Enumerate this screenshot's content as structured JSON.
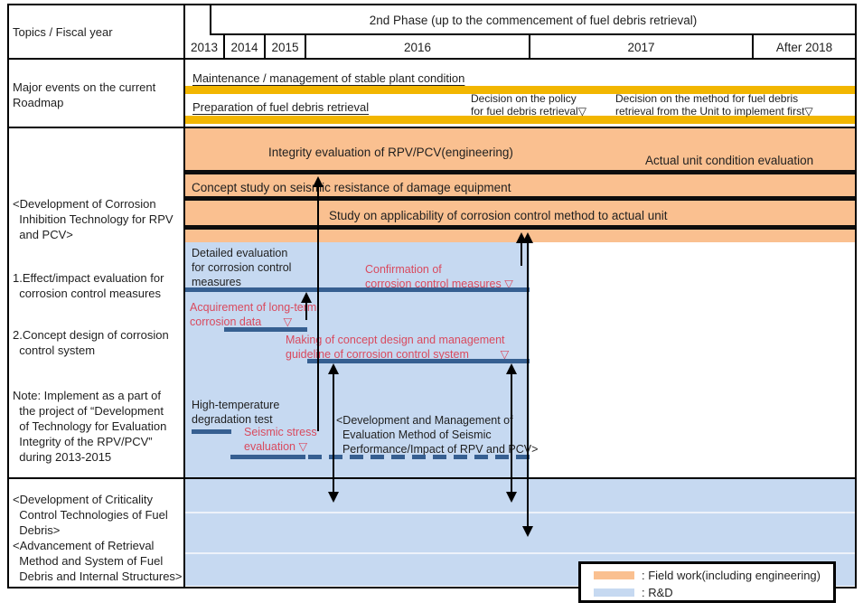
{
  "colors": {
    "orange": "#FAC090",
    "light_blue": "#C6D9F1",
    "dark_blue": "#365F91",
    "yellow": "#F2B600",
    "red": "#D94A5E"
  },
  "header": {
    "topics": "Topics / Fiscal year",
    "phase": "2nd Phase (up to the commencement of fuel debris retrieval)",
    "years": [
      "2013",
      "2014",
      "2015",
      "2016",
      "2017",
      "After 2018"
    ]
  },
  "major_events": {
    "label": "Major events on the current\nRoadmap",
    "maintenance": "Maintenance / management of stable plant condition",
    "preparation": "Preparation of fuel debris retrieval",
    "decision_policy": "Decision on the policy\nfor fuel debris retrieval▽",
    "decision_method": "Decision on the method for fuel debris\nretrieval from the Unit to implement first▽"
  },
  "left_column": {
    "corrosion_blocks": [
      "<Development of Corrosion\n  Inhibition Technology for RPV\n  and PCV>",
      "1.Effect/impact evaluation for\n  corrosion control measures",
      "2.Concept design of corrosion\n  control system",
      "Note: Implement as a part of\n  the project of “Development\n  of Technology for Evaluation\n  Integrity of the RPV/PCV”\n  during 2013-2015"
    ],
    "bottom_block": "<Development of Criticality\n  Control Technologies of Fuel\n  Debris>\n<Advancement of Retrieval\n  Method and System of Fuel\n  Debris and Internal Structures>"
  },
  "field_work": {
    "integrity": "Integrity evaluation of RPV/PCV(engineering)",
    "actual_unit": "Actual unit condition evaluation",
    "concept_study": "Concept study on seismic resistance of damage equipment",
    "applicability": "Study on applicability of corrosion control method to actual unit"
  },
  "rnd": {
    "detailed_eval": "Detailed evaluation\nfor corrosion control\nmeasures",
    "confirmation": "Confirmation of\ncorrosion control measures ▽",
    "acquirement": "Acquirement of long-term\ncorrosion data       ▽",
    "making": "Making of concept design and management\nguideline of corrosion control system          ▽",
    "high_temp": "High-temperature\ndegradation test",
    "seismic": "Seismic stress\nevaluation ▽",
    "dev_mgmt": "<Development and Management of\n  Evaluation Method of Seismic\n  Performance/Impact of RPV and PCV>"
  },
  "legend": {
    "field_work": ": Field work(including engineering)",
    "rnd": ": R&D"
  }
}
